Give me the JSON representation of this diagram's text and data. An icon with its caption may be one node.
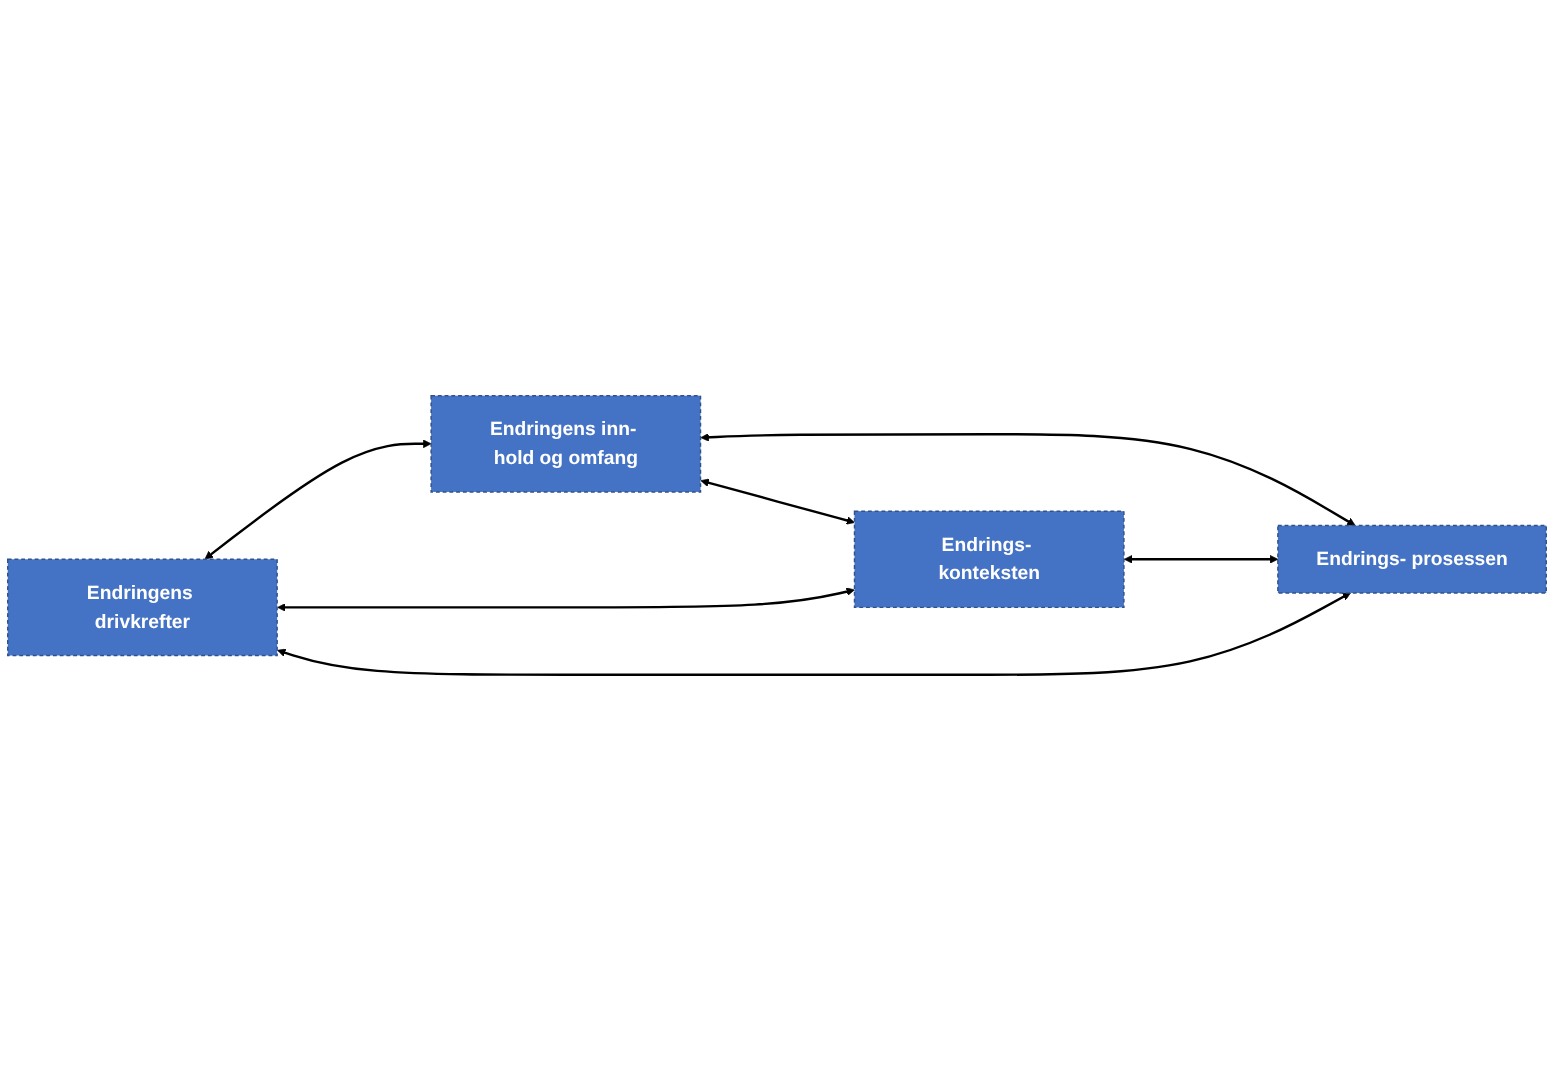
{
  "diagram": {
    "nodes": [
      {
        "text": [
          "Endringens drivkrefter"
        ]
      },
      {
        "text": [
          "Endringens inn- hold og omfang"
        ]
      },
      {
        "text": [
          "Endrings- konteksten"
        ]
      },
      {
        "text": [
          "Endrings- prosessen"
        ]
      }
    ],
    "edges": [
      {
        "from": 0,
        "to": 1,
        "arrow": "both"
      },
      {
        "from": 0,
        "to": 2,
        "arrow": "both"
      },
      {
        "from": 1,
        "to": 3,
        "arrow": "both"
      },
      {
        "from": 0,
        "to": 3,
        "arrow": "both"
      },
      {
        "from": 1,
        "to": 2,
        "arrow": "both"
      },
      {
        "from": 2,
        "to": 3,
        "arrow": "both"
      }
    ]
  }
}
